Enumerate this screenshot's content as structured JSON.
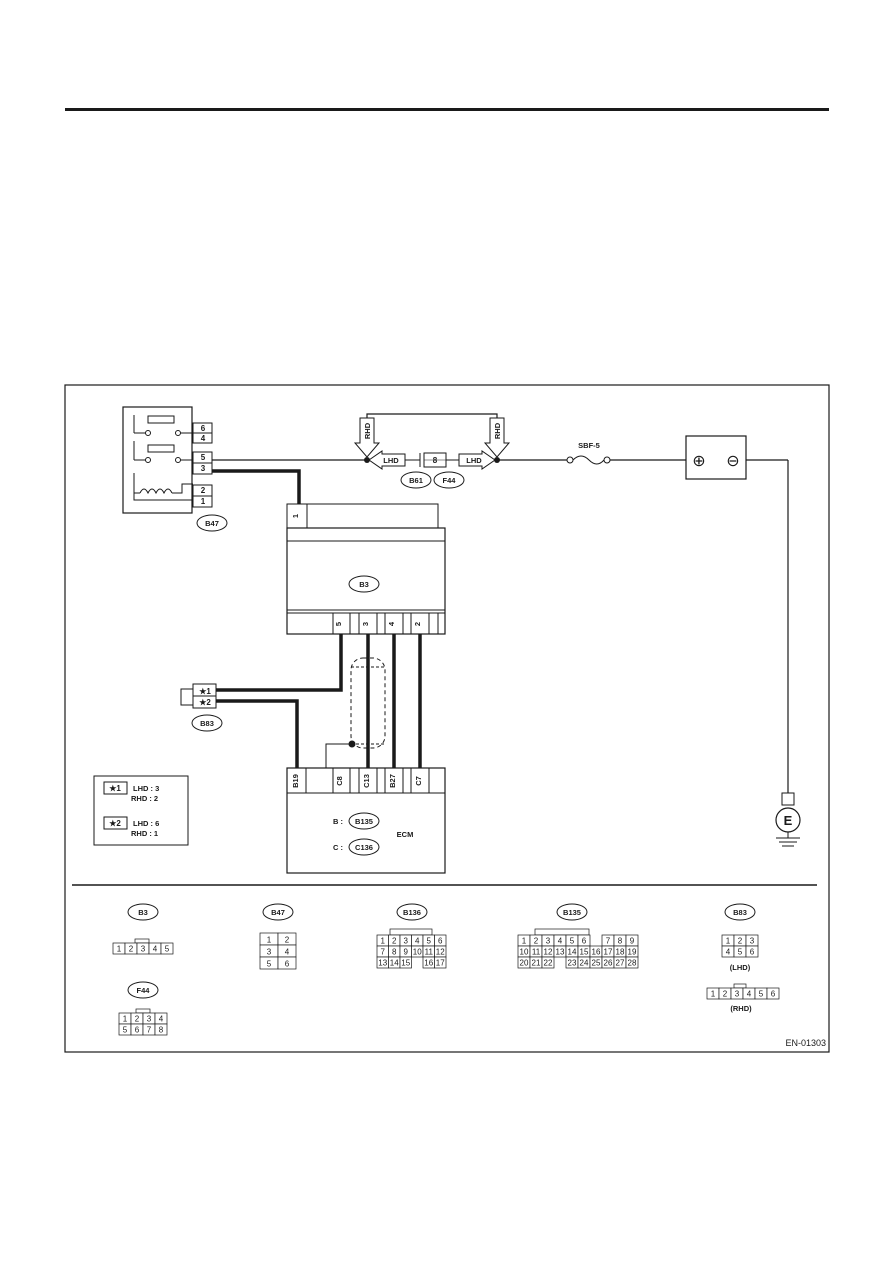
{
  "figure_code": "EN-01303",
  "relay": {
    "connector": "B47",
    "pins": [
      "6",
      "4",
      "5",
      "3",
      "2",
      "1"
    ]
  },
  "mid_connector": {
    "pin": "8",
    "connectors": [
      "B61",
      "F44"
    ]
  },
  "route_labels": {
    "rhd": "RHD",
    "lhd": "LHD"
  },
  "fuse": {
    "label": "SBF-5"
  },
  "battery": {
    "plus": "⊕",
    "minus": "⊖"
  },
  "ground": {
    "label": "E"
  },
  "b3_block": {
    "connector": "B3",
    "top_pin": "1",
    "bottom_pins": [
      "5",
      "3",
      "4",
      "2"
    ]
  },
  "sensor": {
    "connector": "B83",
    "pins": [
      "★1",
      "★2"
    ]
  },
  "ecm": {
    "label": "ECM",
    "pins": [
      "B19",
      "C8",
      "C13",
      "B27",
      "C7"
    ],
    "connectors": [
      {
        "prefix": "B :",
        "id": "B135"
      },
      {
        "prefix": "C :",
        "id": "C136"
      }
    ]
  },
  "legend": [
    {
      "key": "★1",
      "lines": [
        "LHD : 3",
        "RHD : 2"
      ]
    },
    {
      "key": "★2",
      "lines": [
        "LHD : 6",
        "RHD : 1"
      ]
    }
  ],
  "pinouts": {
    "b3": {
      "label": "B3",
      "rows": [
        [
          "1",
          "2",
          "3",
          "4",
          "5"
        ]
      ]
    },
    "b47": {
      "label": "B47",
      "rows": [
        [
          "1",
          "2"
        ],
        [
          "3",
          "4"
        ],
        [
          "5",
          "6"
        ]
      ]
    },
    "b136": {
      "label": "B136",
      "rows": [
        [
          "1",
          "2",
          "3",
          "4",
          "5",
          "6"
        ],
        [
          "7",
          "8",
          "9",
          "10",
          "11",
          "12"
        ],
        [
          "13",
          "14",
          "15",
          "16",
          "17"
        ]
      ]
    },
    "b135": {
      "label": "B135",
      "rows": [
        [
          "1",
          "2",
          "3",
          "4",
          "5",
          "6",
          "7",
          "8",
          "9"
        ],
        [
          "10",
          "11",
          "12",
          "13",
          "14",
          "15",
          "16",
          "17",
          "18",
          "19"
        ],
        [
          "20",
          "21",
          "22",
          "23",
          "24",
          "25",
          "26",
          "27",
          "28"
        ]
      ]
    },
    "b83": {
      "label": "B83",
      "lhd_rows": [
        [
          "1",
          "2",
          "3"
        ],
        [
          "4",
          "5",
          "6"
        ]
      ],
      "lhd_caption": "(LHD)",
      "rhd_row": [
        "1",
        "2",
        "3",
        "4",
        "5",
        "6"
      ],
      "rhd_caption": "(RHD)"
    },
    "f44": {
      "label": "F44",
      "rows": [
        [
          "1",
          "2",
          "3",
          "4"
        ],
        [
          "5",
          "6",
          "7",
          "8"
        ]
      ]
    }
  }
}
